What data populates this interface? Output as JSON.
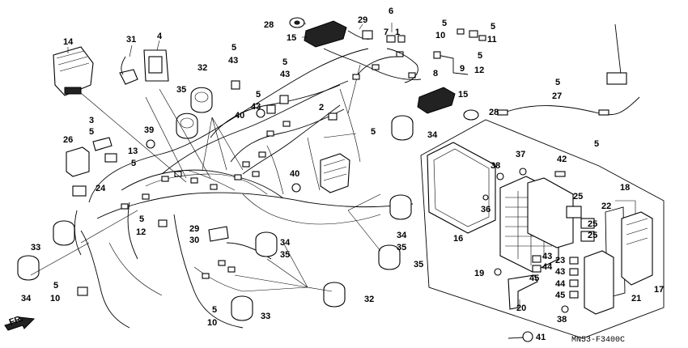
{
  "diagram_code": "MN53-F3400C",
  "direction_label": "FR.",
  "callouts": [
    {
      "id": "c14",
      "text": "14"
    },
    {
      "id": "c31",
      "text": "31"
    },
    {
      "id": "c4",
      "text": "4"
    },
    {
      "id": "c28a",
      "text": "28"
    },
    {
      "id": "c15a",
      "text": "15"
    },
    {
      "id": "c29a",
      "text": "29"
    },
    {
      "id": "c6",
      "text": "6"
    },
    {
      "id": "c7",
      "text": "7"
    },
    {
      "id": "c1",
      "text": "1"
    },
    {
      "id": "c5a",
      "text": "5"
    },
    {
      "id": "c10a",
      "text": "10"
    },
    {
      "id": "c5b",
      "text": "5"
    },
    {
      "id": "c11",
      "text": "11"
    },
    {
      "id": "c5c",
      "text": "5"
    },
    {
      "id": "c12a",
      "text": "12"
    },
    {
      "id": "c9",
      "text": "9"
    },
    {
      "id": "c8",
      "text": "8"
    },
    {
      "id": "c5d",
      "text": "5"
    },
    {
      "id": "c43a",
      "text": "43"
    },
    {
      "id": "c5e",
      "text": "5"
    },
    {
      "id": "c43b",
      "text": "43"
    },
    {
      "id": "c32a",
      "text": "32"
    },
    {
      "id": "c35a",
      "text": "35"
    },
    {
      "id": "c5f",
      "text": "5"
    },
    {
      "id": "c43c",
      "text": "43"
    },
    {
      "id": "c40a",
      "text": "40"
    },
    {
      "id": "c2",
      "text": "2"
    },
    {
      "id": "c15b",
      "text": "15"
    },
    {
      "id": "c28b",
      "text": "28"
    },
    {
      "id": "c5g",
      "text": "5"
    },
    {
      "id": "c27",
      "text": "27"
    },
    {
      "id": "c3",
      "text": "3"
    },
    {
      "id": "c5h",
      "text": "5"
    },
    {
      "id": "c26",
      "text": "26"
    },
    {
      "id": "c39",
      "text": "39"
    },
    {
      "id": "c13",
      "text": "13"
    },
    {
      "id": "c5i",
      "text": "5"
    },
    {
      "id": "c5j",
      "text": "5"
    },
    {
      "id": "c34a",
      "text": "34"
    },
    {
      "id": "c24",
      "text": "24"
    },
    {
      "id": "c40b",
      "text": "40"
    },
    {
      "id": "c37",
      "text": "37"
    },
    {
      "id": "c42",
      "text": "42"
    },
    {
      "id": "c5k",
      "text": "5"
    },
    {
      "id": "c38a",
      "text": "38"
    },
    {
      "id": "c36",
      "text": "36"
    },
    {
      "id": "c25a",
      "text": "25"
    },
    {
      "id": "c22",
      "text": "22"
    },
    {
      "id": "c18",
      "text": "18"
    },
    {
      "id": "c5l",
      "text": "5"
    },
    {
      "id": "c12b",
      "text": "12"
    },
    {
      "id": "c29b",
      "text": "29"
    },
    {
      "id": "c30",
      "text": "30"
    },
    {
      "id": "c34b",
      "text": "34"
    },
    {
      "id": "c35b",
      "text": "35"
    },
    {
      "id": "c34c",
      "text": "34"
    },
    {
      "id": "c35c",
      "text": "35"
    },
    {
      "id": "c35d",
      "text": "35"
    },
    {
      "id": "c16",
      "text": "16"
    },
    {
      "id": "c25b",
      "text": "25"
    },
    {
      "id": "c25c",
      "text": "25"
    },
    {
      "id": "c33a",
      "text": "33"
    },
    {
      "id": "c19",
      "text": "19"
    },
    {
      "id": "c43d",
      "text": "43"
    },
    {
      "id": "c44a",
      "text": "44"
    },
    {
      "id": "c23",
      "text": "23"
    },
    {
      "id": "c43e",
      "text": "43"
    },
    {
      "id": "c45a",
      "text": "45"
    },
    {
      "id": "c44b",
      "text": "44"
    },
    {
      "id": "c17",
      "text": "17"
    },
    {
      "id": "c5m",
      "text": "5"
    },
    {
      "id": "c10b",
      "text": "10"
    },
    {
      "id": "c32b",
      "text": "32"
    },
    {
      "id": "c34d",
      "text": "34"
    },
    {
      "id": "c45b",
      "text": "45"
    },
    {
      "id": "c20",
      "text": "20"
    },
    {
      "id": "c21",
      "text": "21"
    },
    {
      "id": "c38b",
      "text": "38"
    },
    {
      "id": "c5n",
      "text": "5"
    },
    {
      "id": "c10c",
      "text": "10"
    },
    {
      "id": "c33b",
      "text": "33"
    },
    {
      "id": "c41",
      "text": "41"
    }
  ]
}
